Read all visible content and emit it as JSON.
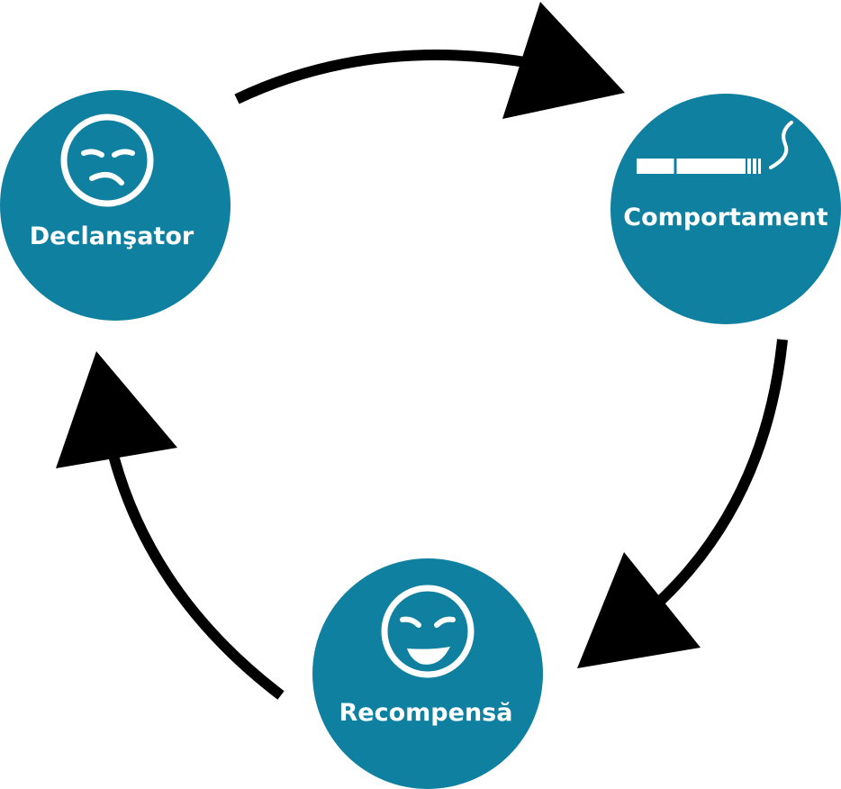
{
  "colors": {
    "node_fill": "#0f80a0",
    "icon_stroke": "#ffffff",
    "arrow": "#000000"
  },
  "nodes": {
    "trigger": {
      "label": "Declanşator",
      "icon": "sad-face-icon"
    },
    "behavior": {
      "label": "Comportament",
      "icon": "cigarette-icon"
    },
    "reward": {
      "label": "Recompensă",
      "icon": "grin-face-icon"
    }
  },
  "arrows": [
    {
      "from": "Declanşator",
      "to": "Comportament"
    },
    {
      "from": "Comportament",
      "to": "Recompensă"
    },
    {
      "from": "Recompensă",
      "to": "Declanşator"
    }
  ]
}
